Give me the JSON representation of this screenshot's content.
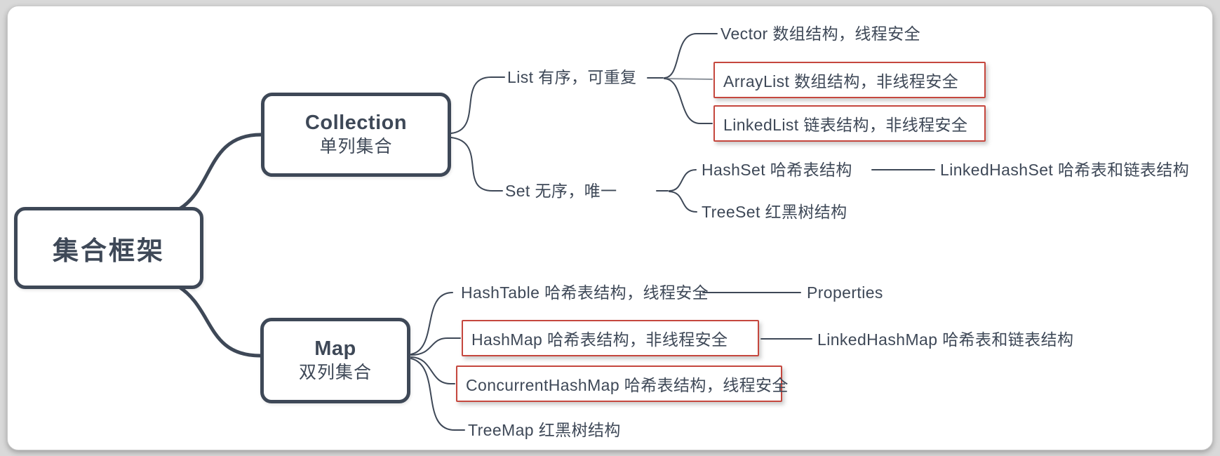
{
  "title": "集合框架思维导图",
  "colors": {
    "ink": "#3e4857",
    "highlight_border": "#c5473e",
    "canvas": "#ffffff",
    "page_background": "#d9d9d9",
    "gray_line": "#8e949c"
  },
  "root": {
    "label": "集合框架"
  },
  "branches": {
    "collection": {
      "title": "Collection",
      "subtitle": "单列集合"
    },
    "map": {
      "title": "Map",
      "subtitle": "双列集合"
    }
  },
  "list": {
    "label": "List 有序，可重复"
  },
  "set": {
    "label": "Set 无序，唯一"
  },
  "leaves": {
    "vector": "Vector 数组结构，线程安全",
    "arraylist": "ArrayList 数组结构，非线程安全",
    "linkedlist": "LinkedList 链表结构，非线程安全",
    "hashset": "HashSet 哈希表结构",
    "linkedhashset": "LinkedHashSet 哈希表和链表结构",
    "treeset": "TreeSet 红黑树结构",
    "hashtable": "HashTable 哈希表结构，线程安全",
    "properties": "Properties",
    "hashmap": "HashMap 哈希表结构，非线程安全",
    "linkedhashmap": "LinkedHashMap 哈希表和链表结构",
    "concurrenthashmap": "ConcurrentHashMap 哈希表结构，线程安全",
    "treemap": "TreeMap 红黑树结构"
  },
  "highlighted_nodes": [
    "arraylist",
    "linkedlist",
    "hashmap",
    "concurrenthashmap"
  ]
}
